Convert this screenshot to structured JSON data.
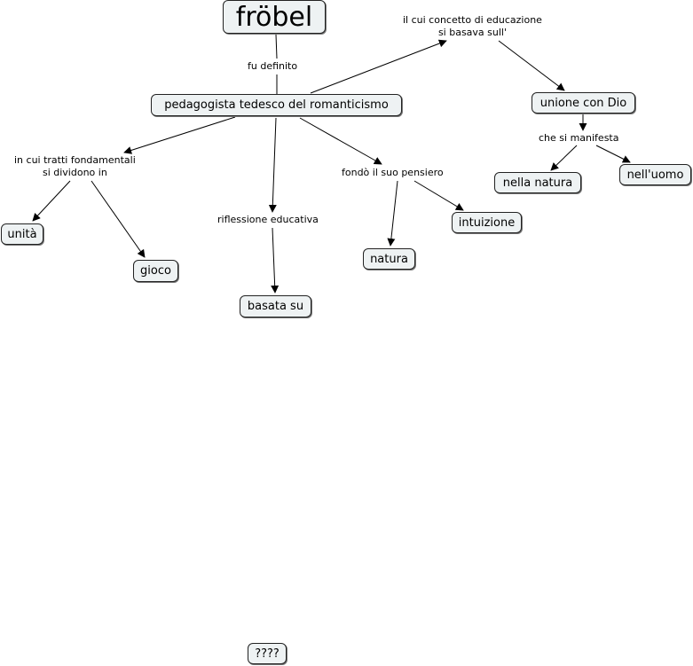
{
  "concepts": {
    "frobel": "fröbel",
    "pedagogista": "pedagogista tedesco del romanticismo",
    "unione": "unione con Dio",
    "nella_natura": "nella natura",
    "nell_uomo": "nell'uomo",
    "unita": "unità",
    "gioco": "gioco",
    "basata_su": "basata su",
    "natura": "natura",
    "intuizione": "intuizione",
    "unknown": "????"
  },
  "links": {
    "fu_definito": "fu definito",
    "concetto": "il cui concetto di educazione\nsi basava sull'",
    "manifesta": "che si manifesta",
    "tratti": "in cui tratti fondamentali\nsi dividono in",
    "riflessione": "riflessione educativa",
    "fondo": "fondò il suo pensiero"
  }
}
